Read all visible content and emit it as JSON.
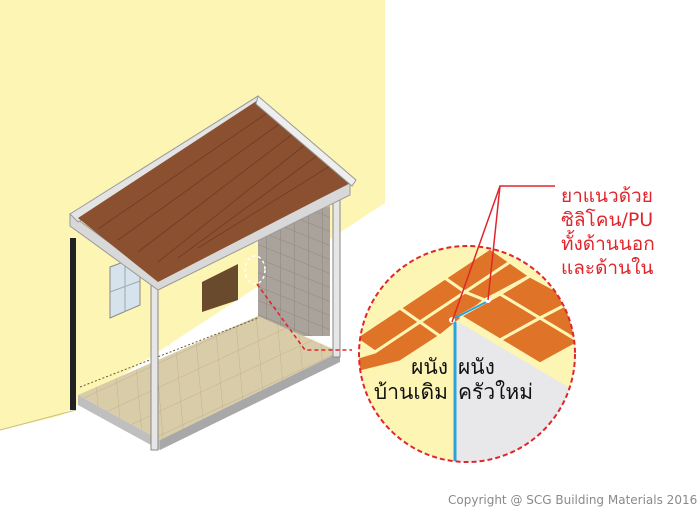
{
  "callout": {
    "lines": [
      "ยาแนวด้วย",
      "ซิลิโคน/PU",
      "ทั้งด้านนอก",
      "และด้านใน"
    ]
  },
  "labels": {
    "old_wall": [
      "ผนัง",
      "บ้านเดิม"
    ],
    "new_wall": [
      "ผนัง",
      "ครัวใหม่"
    ]
  },
  "copyright": "Copyright  @ SCG Building Materials 2016",
  "colors": {
    "house_wall": "#fdf5b3",
    "roof": "#8a5030",
    "floor": "#d7c9a6",
    "tile_orange": "#df7327",
    "new_wall_grey": "#e8e8ea",
    "sealant_blue": "#2aa3df",
    "callout_red": "#e0262c"
  }
}
